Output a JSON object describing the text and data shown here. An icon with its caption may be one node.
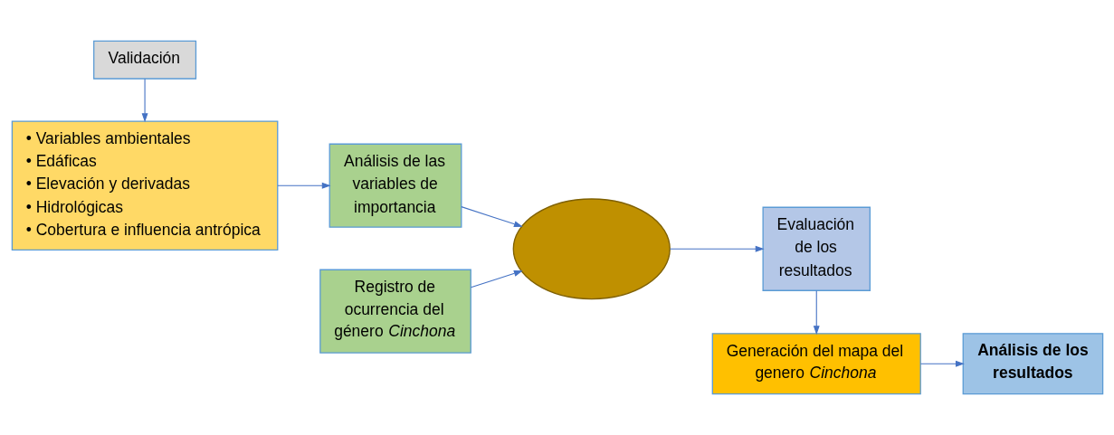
{
  "diagram": {
    "nodes": [
      {
        "text": [
          "Validación"
        ]
      },
      {
        "text": [
          "• Variables ambientales",
          "• Edáficas",
          "• Elevación y derivadas",
          "• Hidrológicas",
          "• Cobertura e influencia antrópica"
        ]
      },
      {
        "text": [
          "Análisis de las variables de importancia"
        ]
      },
      {
        "text": [
          "Registro de ocurrencia del género *Cinchona*"
        ]
      },
      {
        "text": [],
        "shape": "ellipse"
      },
      {
        "text": [
          "Evaluación de los resultados"
        ]
      },
      {
        "text": [
          "Generación del mapa del genero *Cinchona*"
        ]
      },
      {
        "text": [
          "**Análisis de los resultados**"
        ]
      }
    ],
    "edges": [
      {
        "from": 0,
        "to": 1,
        "arrow": "to"
      },
      {
        "from": 1,
        "to": 2,
        "arrow": "to"
      },
      {
        "from": 2,
        "to": 4,
        "arrow": "to"
      },
      {
        "from": 3,
        "to": 4,
        "arrow": "to"
      },
      {
        "from": 4,
        "to": 5,
        "arrow": "to"
      },
      {
        "from": 5,
        "to": 6,
        "arrow": "to"
      },
      {
        "from": 6,
        "to": 7,
        "arrow": "to"
      }
    ]
  }
}
